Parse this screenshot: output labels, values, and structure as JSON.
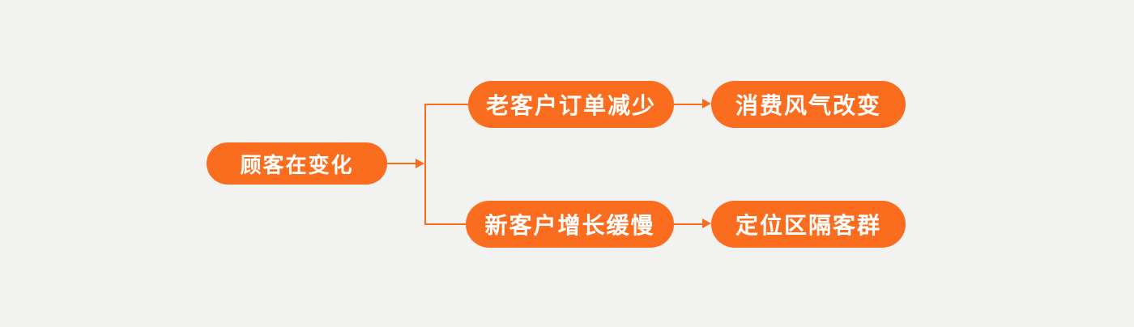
{
  "diagram": {
    "type": "cause-effect-mindmap",
    "accent_color": "#FA6C1E",
    "background_color": "#F2F2F0",
    "node_text_color": "#FFFFFF",
    "root": {
      "label": "顾客在变化"
    },
    "branches": [
      {
        "cause": {
          "label": "老客户订单减少"
        },
        "effect": {
          "label": "消费风气改变"
        }
      },
      {
        "cause": {
          "label": "新客户增长缓慢"
        },
        "effect": {
          "label": "定位区隔客群"
        }
      }
    ]
  }
}
